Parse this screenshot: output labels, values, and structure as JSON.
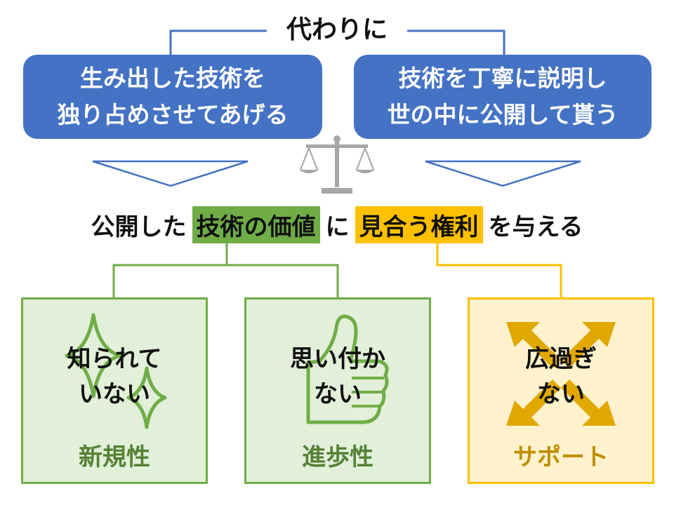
{
  "top": {
    "title": "代わりに"
  },
  "left_box": {
    "line1": "生み出した技術を",
    "line2": "独り占めさせてあげる"
  },
  "right_box": {
    "line1": "技術を丁寧に説明し",
    "line2": "世の中に公開して貰う"
  },
  "middle": {
    "prefix": "公開した",
    "green_highlight": "技術の価値",
    "connector": "に",
    "yellow_highlight": "見合う権利",
    "suffix": "を与える"
  },
  "cards": [
    {
      "text_line1": "知られて",
      "text_line2": "いない",
      "label": "新規性",
      "icon": "sparkle-icon"
    },
    {
      "text_line1": "思い付か",
      "text_line2": "ない",
      "label": "進歩性",
      "icon": "thumbs-up-icon"
    },
    {
      "text_line1": "広過ぎ",
      "text_line2": "ない",
      "label": "サポート",
      "icon": "expand-arrows-icon"
    }
  ],
  "colors": {
    "blue": "#4472c4",
    "green": "#70ad47",
    "light_green": "#e2efd9",
    "yellow": "#ffc000",
    "light_yellow": "#fff2cc",
    "green_text": "#548235",
    "yellow_text": "#bf8f00"
  }
}
